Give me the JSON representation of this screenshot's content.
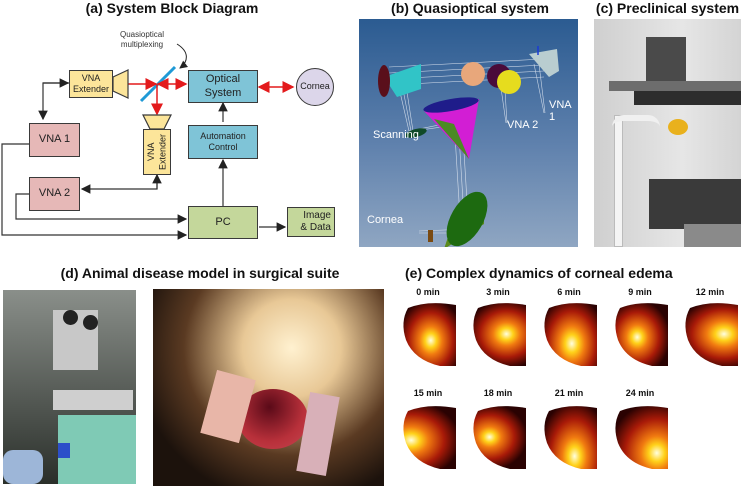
{
  "panels": {
    "a": {
      "title": "(a) System Block Diagram",
      "annotation": "Quasioptical\nmultiplexing",
      "annotation_line1": "Quasioptical",
      "annotation_line2": "multiplexing",
      "blocks": {
        "vna_extender_1": "VNA Extender",
        "vna_extender_1_l1": "VNA",
        "vna_extender_1_l2": "Extender",
        "vna_extender_2": "VNA Extender",
        "optical_system_l1": "Optical",
        "optical_system_l2": "System",
        "cornea": "Cornea",
        "automation_l1": "Automation",
        "automation_l2": "Control",
        "vna1": "VNA 1",
        "vna2": "VNA 2",
        "pc": "PC",
        "image_data_l1": "Image",
        "image_data_l2": "& Data"
      },
      "colors": {
        "vna": "#e6b8b7",
        "extender": "#fce59a",
        "optical": "#7fc4d7",
        "pc": "#c4d79b",
        "cornea": "#dcd6ea",
        "beam": "#e31a1c",
        "splitter": "#1f9ad6"
      }
    },
    "b": {
      "title": "(b) Quasioptical system",
      "labels": {
        "vna1": "VNA 1",
        "vna2": "VNA 2",
        "scanning": "Scanning",
        "cornea": "Cornea"
      }
    },
    "c": {
      "title": "(c) Preclinical system"
    },
    "d": {
      "title": "(d) Animal disease model in surgical suite"
    },
    "e": {
      "title": "(e) Complex dynamics of corneal edema",
      "frames": [
        {
          "label": "0 min",
          "hot": [
            0.55,
            0.6
          ],
          "intensity": 0.75
        },
        {
          "label": "3 min",
          "hot": [
            0.65,
            0.5
          ],
          "intensity": 0.8
        },
        {
          "label": "6 min",
          "hot": [
            0.55,
            0.65
          ],
          "intensity": 1.0
        },
        {
          "label": "9 min",
          "hot": [
            0.45,
            0.55
          ],
          "intensity": 0.7
        },
        {
          "label": "12 min",
          "hot": [
            0.75,
            0.5
          ],
          "intensity": 0.95
        },
        {
          "label": "15 min",
          "hot": [
            0.2,
            0.55
          ],
          "intensity": 0.85
        },
        {
          "label": "18 min",
          "hot": [
            0.35,
            0.5
          ],
          "intensity": 0.6
        },
        {
          "label": "21 min",
          "hot": [
            0.6,
            0.8
          ],
          "intensity": 0.8
        },
        {
          "label": "24 min",
          "hot": [
            0.8,
            0.75
          ],
          "intensity": 0.7
        }
      ]
    }
  }
}
